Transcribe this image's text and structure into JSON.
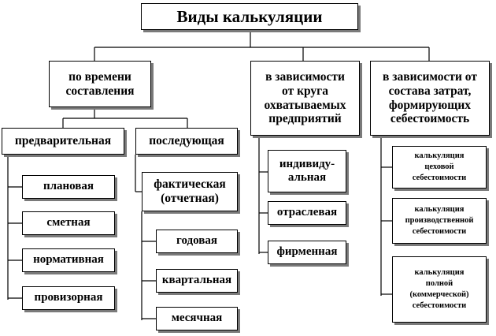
{
  "root": "Виды калькуляции",
  "categories": [
    {
      "label": "по времени\nсоставления",
      "subtypes": [
        {
          "label": "предварительная",
          "items": [
            "плановая",
            "сметная",
            "нормативная",
            "провизорная"
          ]
        },
        {
          "label": "последующая",
          "child": "фактическая\n(отчетная)",
          "items": [
            "годовая",
            "квартальная",
            "месячная"
          ]
        }
      ]
    },
    {
      "label": "в зависимости\nот круга\nохватываемых\nпредприятий",
      "items": [
        "индивиду-\nальная",
        "отраслевая",
        "фирменная"
      ]
    },
    {
      "label": "в зависимости от\nсостава затрат,\nформирующих\nсебестоимость",
      "items": [
        "калькуляция\nцеховой\nсебестоимости",
        "калькуляция\nпроизводственной\nсебестоимости",
        "калькуляция\nполной\n(коммерческой)\nсебестоимости"
      ]
    }
  ]
}
